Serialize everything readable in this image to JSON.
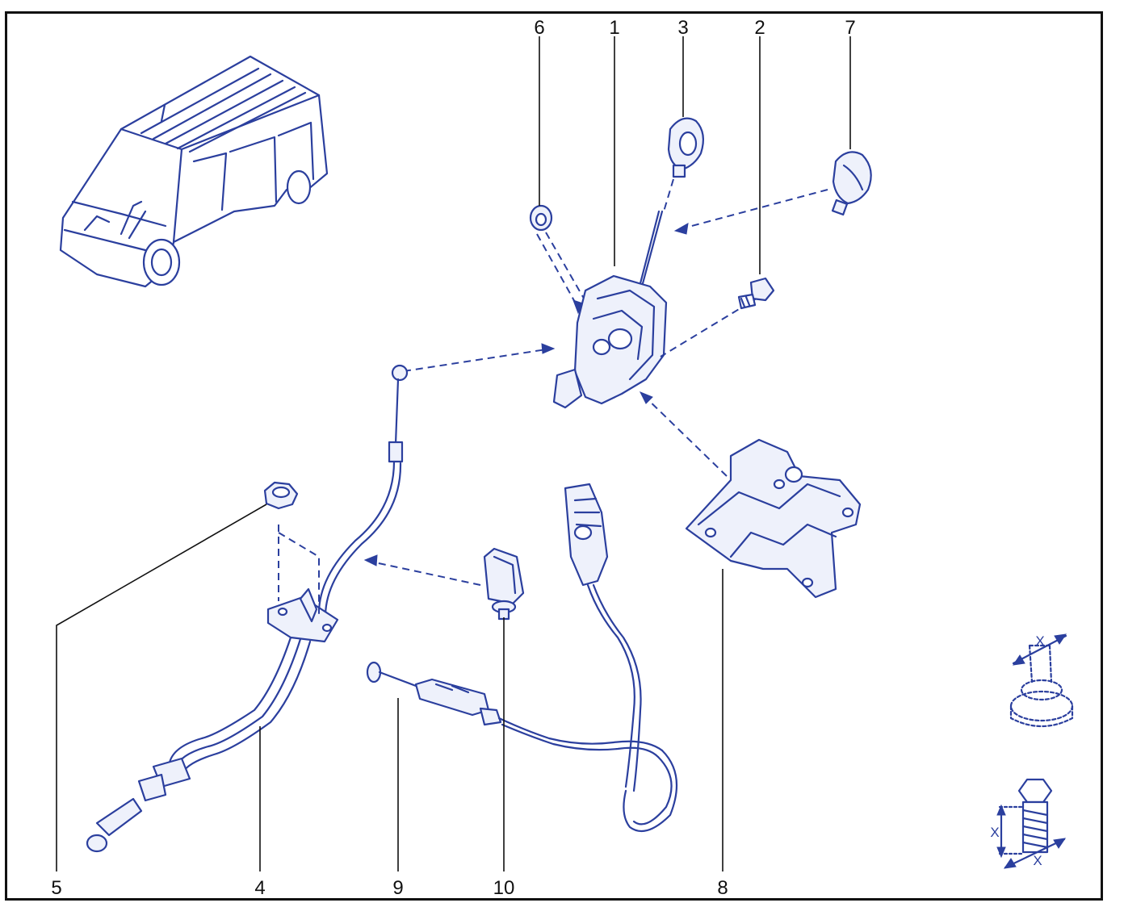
{
  "diagram": {
    "callouts": [
      {
        "id": "c1",
        "label": "1"
      },
      {
        "id": "c2",
        "label": "2"
      },
      {
        "id": "c3",
        "label": "3"
      },
      {
        "id": "c4",
        "label": "4"
      },
      {
        "id": "c5",
        "label": "5"
      },
      {
        "id": "c6",
        "label": "6"
      },
      {
        "id": "c7",
        "label": "7"
      },
      {
        "id": "c8",
        "label": "8"
      },
      {
        "id": "c9",
        "label": "9"
      },
      {
        "id": "c10",
        "label": "10"
      }
    ],
    "symbols": {
      "nut_dimension": "X",
      "bolt_dimension_1": "X",
      "bolt_dimension_2": "X"
    },
    "colors": {
      "line_art": "#2b3f9e",
      "callout_text": "#111111",
      "frame": "#111111"
    }
  }
}
